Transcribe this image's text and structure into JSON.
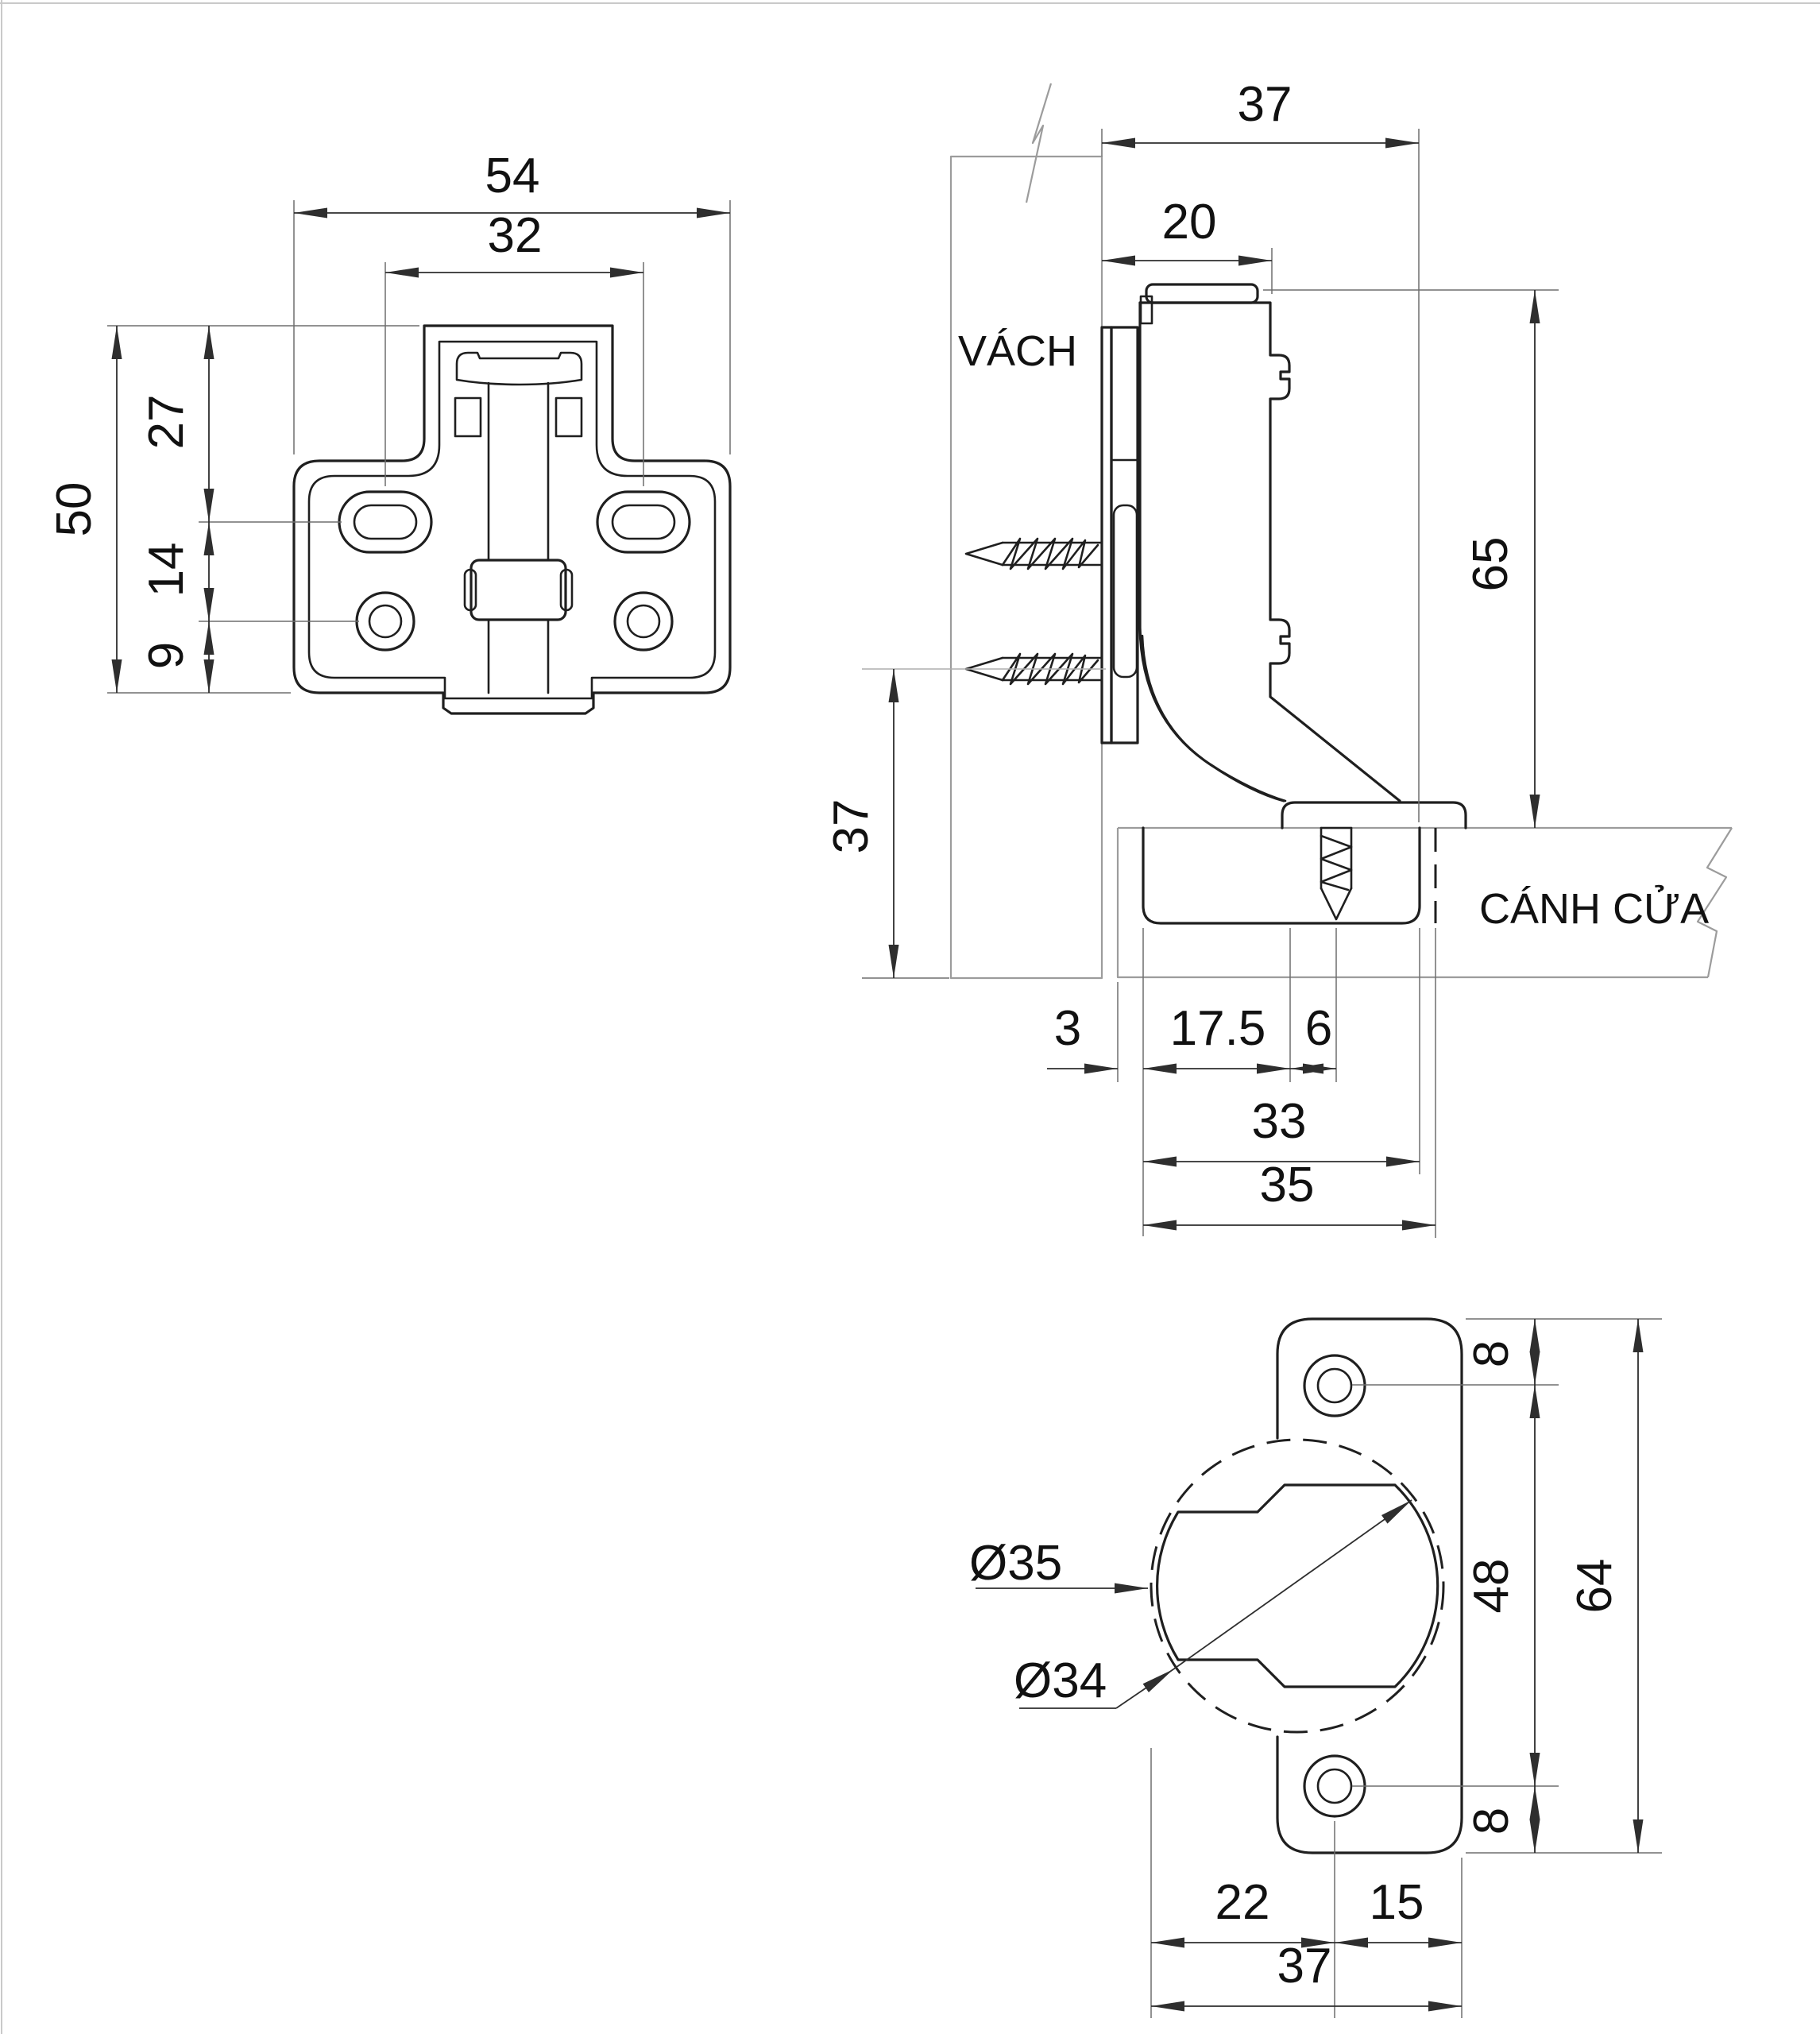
{
  "page": {
    "background": "#ffffff",
    "line_color": "#1f1f1f"
  },
  "front_view": {
    "title": "mounting-plate-front-view",
    "dims": {
      "total_width": "54",
      "slot_spacing": "32",
      "total_height": "50",
      "top_to_slot": "27",
      "slot_to_hole": "14",
      "hole_to_bottom": "9"
    }
  },
  "side_view": {
    "labels": {
      "wall": "VÁCH",
      "door": "CÁNH CỬA"
    },
    "dims": {
      "overall_depth": "37",
      "arm_depth": "20",
      "overall_height": "65",
      "wall_below_screw": "37",
      "door_edge_gap": "3",
      "edge_to_cup_center": "17.5",
      "cup_center_to_screw": "6",
      "cup_body_width": "33",
      "cup_flange_width": "35"
    }
  },
  "cup_view": {
    "dims": {
      "top_edge_to_hole": "8",
      "hole_spacing": "48",
      "plate_height": "64",
      "hole_to_bottom_edge": "8",
      "edge_to_screw_axis": "22",
      "axis_to_right_edge": "15",
      "plate_width": "37",
      "flange_diameter": "Ø35",
      "cup_diameter": "Ø34"
    }
  }
}
